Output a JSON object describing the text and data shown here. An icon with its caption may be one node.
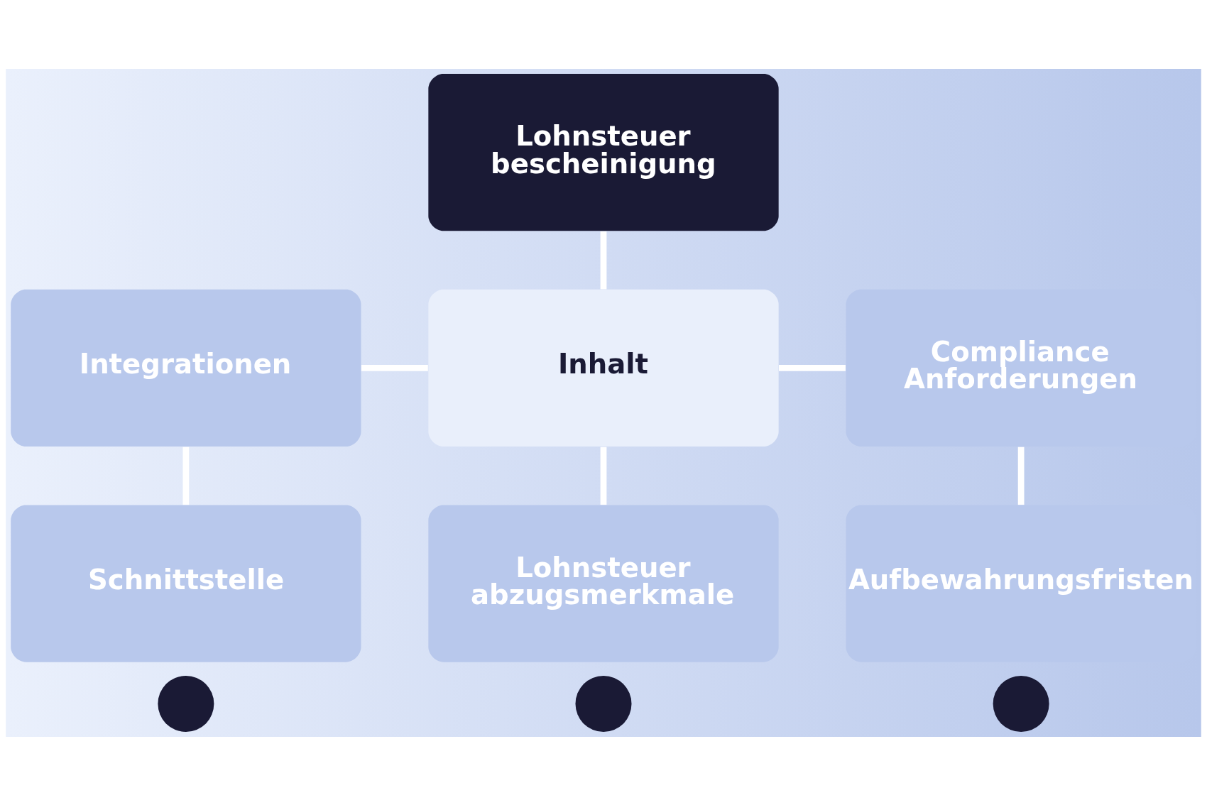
{
  "diagram": {
    "nodes": [
      {
        "text": [
          "Lohnsteuer bescheinigung"
        ]
      },
      {
        "text": [
          "Integrationen"
        ]
      },
      {
        "text": [
          "Inhalt"
        ]
      },
      {
        "text": [
          "Compliance Anforderungen"
        ]
      },
      {
        "text": [
          "Schnittstelle"
        ]
      },
      {
        "text": [
          "Lohnsteuer abzugsmerkmale"
        ]
      },
      {
        "text": [
          "Aufbewahrungsfristen"
        ]
      },
      {
        "text": [],
        "shape": "circle"
      },
      {
        "text": [],
        "shape": "circle"
      },
      {
        "text": [],
        "shape": "circle"
      }
    ],
    "edges": [
      {
        "from": 0,
        "to": 2,
        "arrow": "none"
      },
      {
        "from": 1,
        "to": 2,
        "arrow": "none"
      },
      {
        "from": 2,
        "to": 3,
        "arrow": "none"
      },
      {
        "from": 1,
        "to": 4,
        "arrow": "none"
      },
      {
        "from": 2,
        "to": 5,
        "arrow": "none"
      },
      {
        "from": 3,
        "to": 6,
        "arrow": "none"
      }
    ]
  }
}
